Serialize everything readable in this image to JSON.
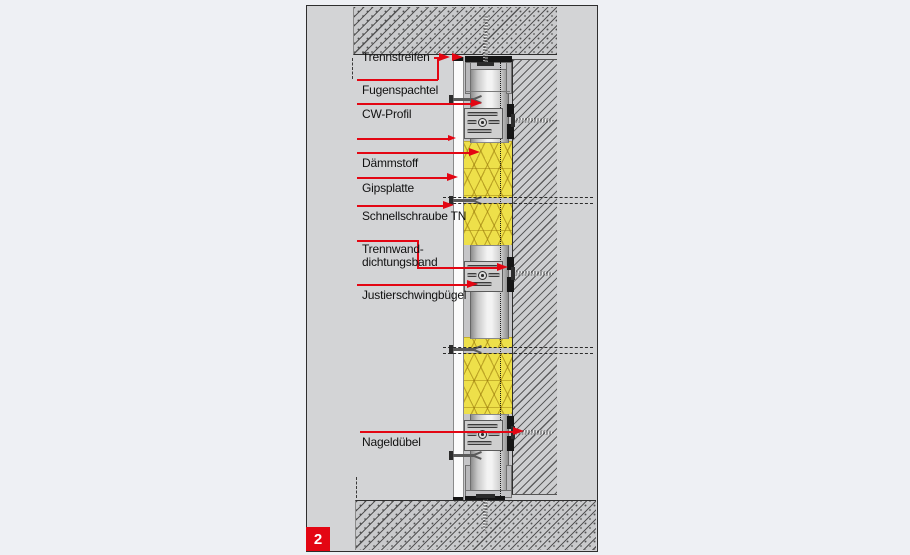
{
  "figure": {
    "badge": "2",
    "type": "construction-detail-diagram",
    "accent_color": "#e30613",
    "insulation_color": "#eee04a",
    "panel_bg": "#d3d4d6"
  },
  "labels": {
    "trennstreifen": "Trennstreifen",
    "fugenspachtel": "Fugenspachtel",
    "cw_profil": "CW-Profil",
    "daemmstoff": "Dämmstoff",
    "gipsplatte": "Gipsplatte",
    "schnellschraube": "Schnellschraube TN",
    "trennwand_line1": "Trennwand-",
    "trennwand_line2": "dichtungsband",
    "justierschwingbuegel": "Justierschwingbügel",
    "nageduebel": "Nageldübel"
  }
}
